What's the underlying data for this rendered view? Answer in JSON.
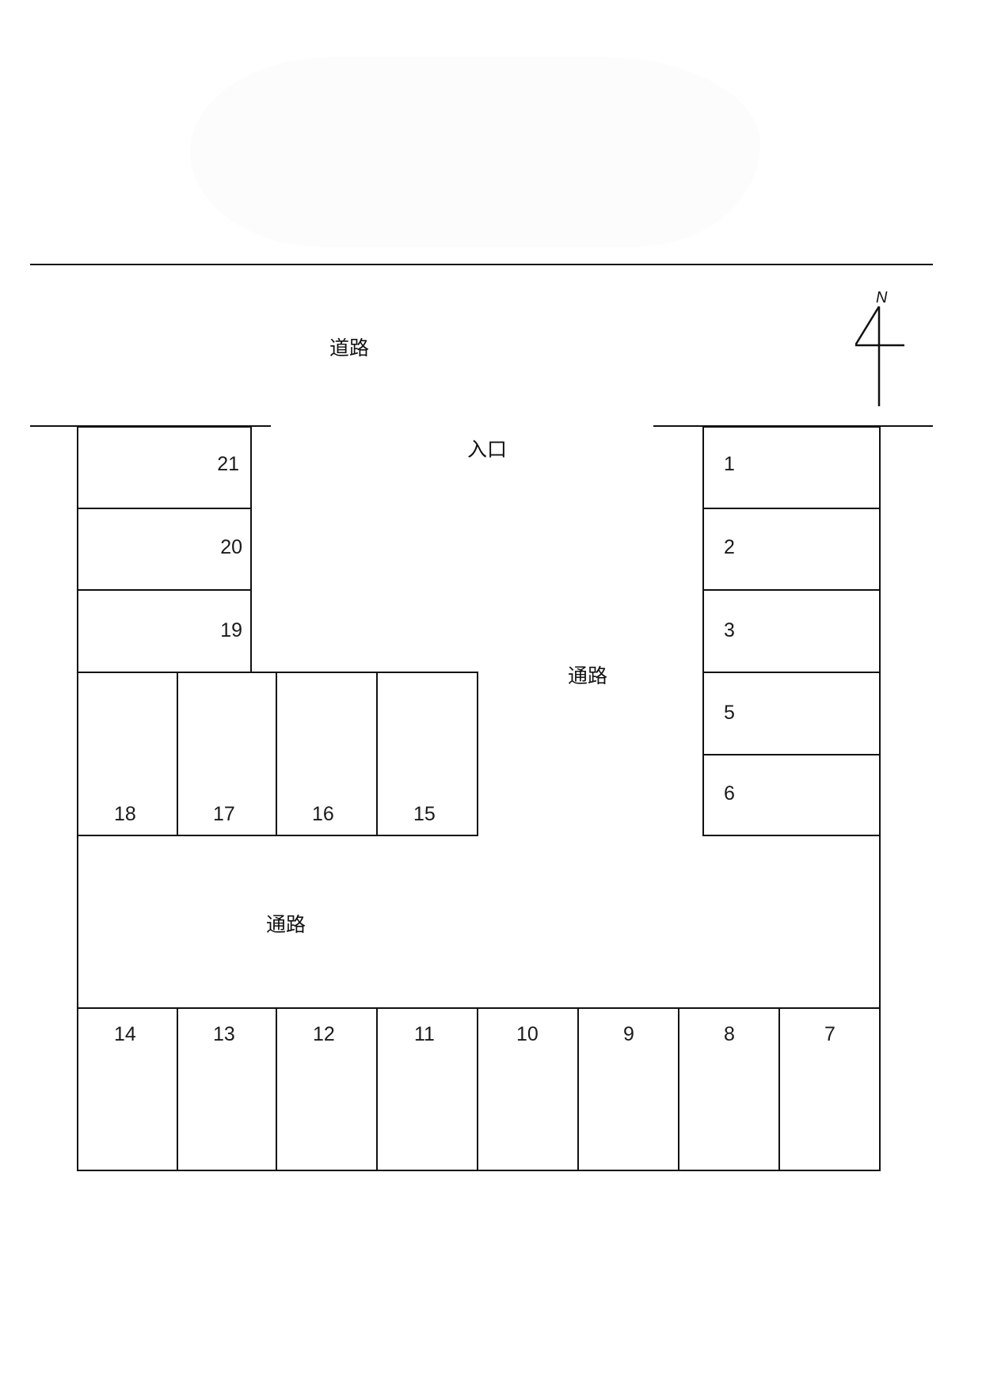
{
  "labels": {
    "road": "道路",
    "entrance": "入口",
    "aisle_center": "通路",
    "aisle_bottom": "通路"
  },
  "compass": {
    "north_label": "N"
  },
  "spaces": {
    "left_column": [
      "21",
      "20",
      "19"
    ],
    "middle_row": [
      "18",
      "17",
      "16",
      "15"
    ],
    "right_column": [
      "1",
      "2",
      "3",
      "5",
      "6"
    ],
    "bottom_row": [
      "14",
      "13",
      "12",
      "11",
      "10",
      "9",
      "8",
      "7"
    ]
  },
  "colors": {
    "line": "#111111",
    "background": "#ffffff",
    "blob": "#fcfcfc"
  }
}
